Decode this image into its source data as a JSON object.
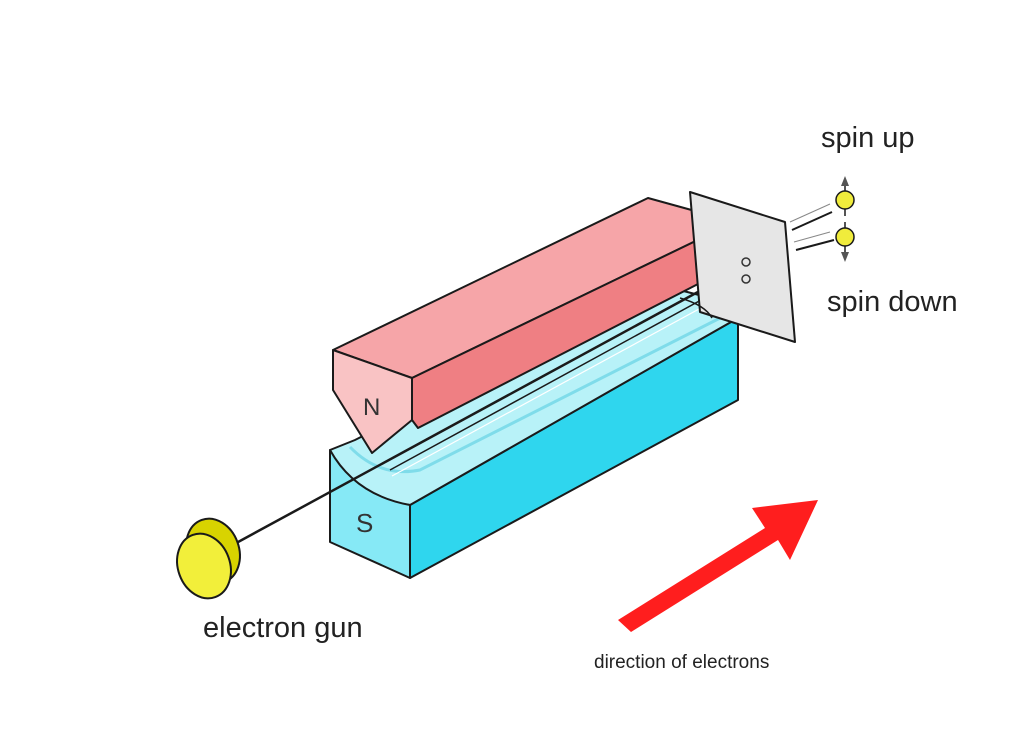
{
  "labels": {
    "spin_up": "spin up",
    "spin_down": "spin down",
    "electron_gun": "electron gun",
    "direction": "direction of electrons",
    "north_pole": "N",
    "south_pole": "S"
  },
  "colors": {
    "north_magnet_top": "#f6a5a8",
    "north_magnet_side": "#ef7f83",
    "north_magnet_front": "#f9c3c4",
    "south_magnet_top": "#b8f2f8",
    "south_magnet_side": "#2fd6ee",
    "south_magnet_front": "#86e9f6",
    "electron_gun": "#f2ef3a",
    "screen": "#e6e6e6",
    "arrow": "#ff1e1e",
    "spot": "#f0ec3c"
  },
  "icons": [
    "electron-gun-icon",
    "direction-arrow-icon",
    "detector-screen-icon"
  ]
}
